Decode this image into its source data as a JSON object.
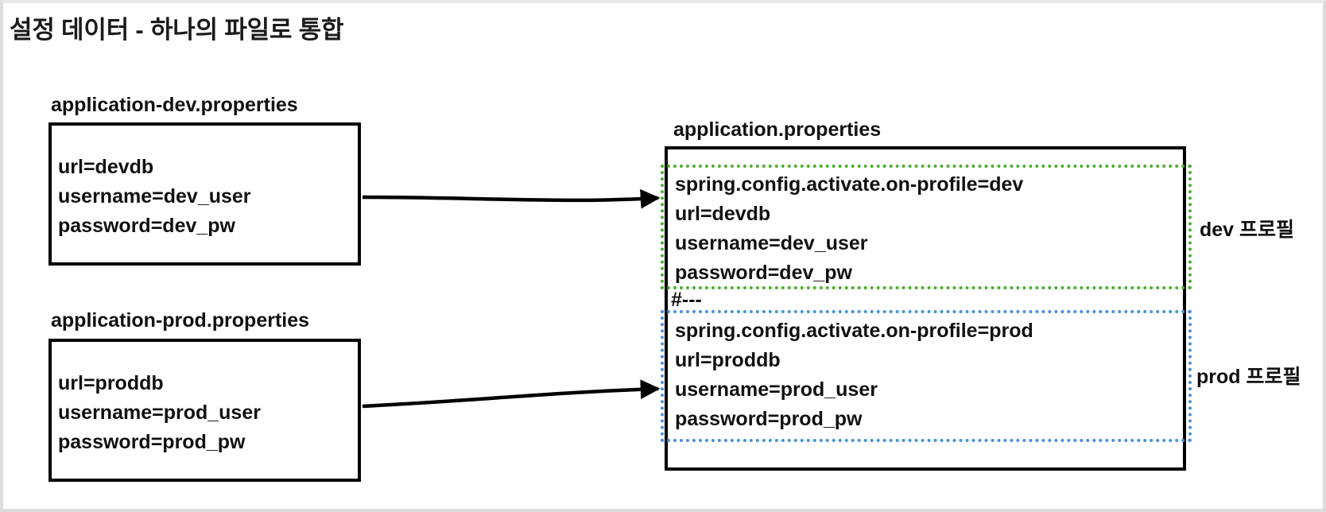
{
  "slide": {
    "title": "설정 데이터 - 하나의 파일로 통합"
  },
  "source_files": [
    {
      "caption": "application-dev.properties",
      "lines": [
        "url=devdb",
        "username=dev_user",
        "password=dev_pw"
      ]
    },
    {
      "caption": "application-prod.properties",
      "lines": [
        "url=proddb",
        "username=prod_user",
        "password=prod_pw"
      ]
    }
  ],
  "merged_file": {
    "caption": "application.properties",
    "dev_section": {
      "lines": [
        "spring.config.activate.on-profile=dev",
        "url=devdb",
        "username=dev_user",
        "password=dev_pw"
      ],
      "label": "dev 프로필",
      "border_color": "#4caf31"
    },
    "separator": "#---",
    "prod_section": {
      "lines": [
        "spring.config.activate.on-profile=prod",
        "url=proddb",
        "username=prod_user",
        "password=prod_pw"
      ],
      "label": "prod 프로필",
      "border_color": "#4a90d9"
    }
  },
  "arrows": [
    {
      "name": "dev-merge-arrow"
    },
    {
      "name": "prod-merge-arrow"
    }
  ]
}
